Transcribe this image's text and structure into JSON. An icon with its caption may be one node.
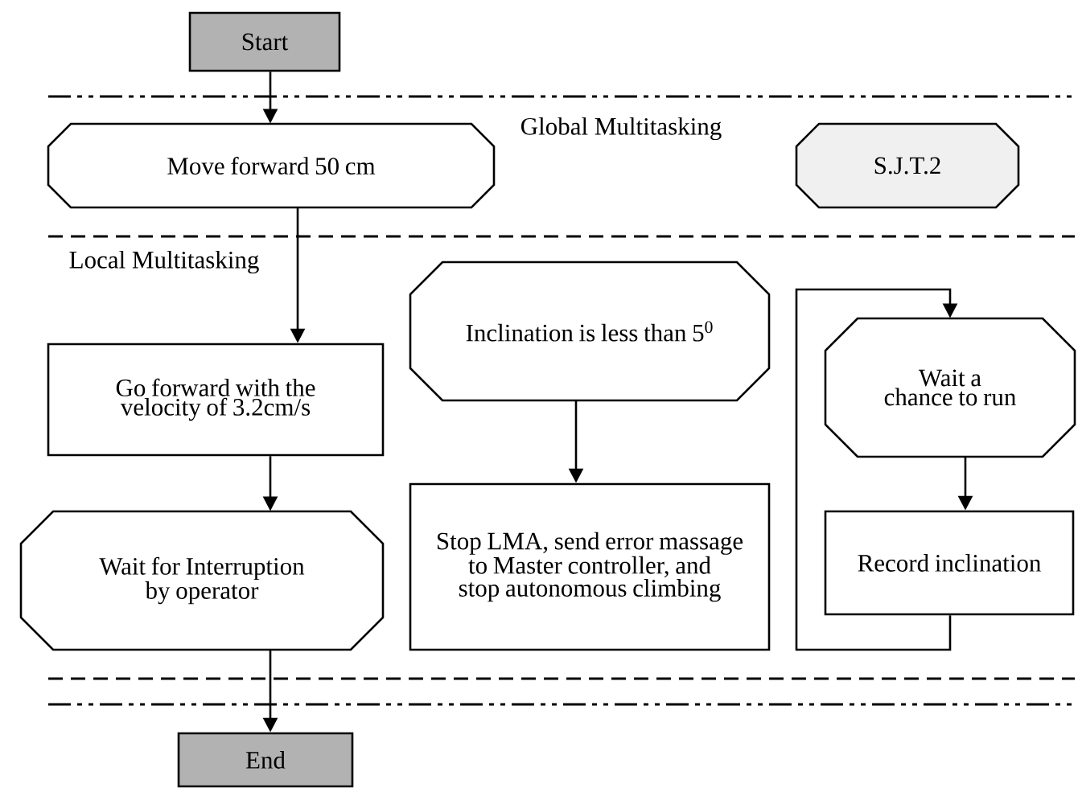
{
  "diagram": {
    "nodes": [
      {
        "text": [
          "Start"
        ]
      },
      {
        "text": [
          "Move forward 50 cm"
        ]
      },
      {
        "text": [
          "S.J.T.2"
        ]
      },
      {
        "text": [
          "Go forward with the velocity of 3.2cm/s"
        ]
      },
      {
        "text": [
          "Wait for Interruption by operator"
        ]
      },
      {
        "text": [
          "Inclination is less than 5$^{0}$"
        ]
      },
      {
        "text": [
          "Stop LMA, send error massage to Master controller, and stop autonomous climbing"
        ]
      },
      {
        "text": [
          "Wait a chance to run"
        ]
      },
      {
        "text": [
          "Record inclination"
        ]
      },
      {
        "text": [
          "End"
        ]
      }
    ],
    "edges": [
      {
        "from": 0,
        "to": 1,
        "arrow": "to"
      },
      {
        "from": 1,
        "to": 3,
        "arrow": "to"
      },
      {
        "from": 3,
        "to": 4,
        "arrow": "to"
      },
      {
        "from": 4,
        "to": 9,
        "arrow": "to"
      },
      {
        "from": 5,
        "to": 6,
        "arrow": "to"
      },
      {
        "from": 7,
        "to": 8,
        "arrow": "to"
      },
      {
        "from": 8,
        "to": 7,
        "arrow": "to"
      }
    ],
    "labels": [
      "Global Multitasking",
      "Local Multitasking"
    ]
  }
}
